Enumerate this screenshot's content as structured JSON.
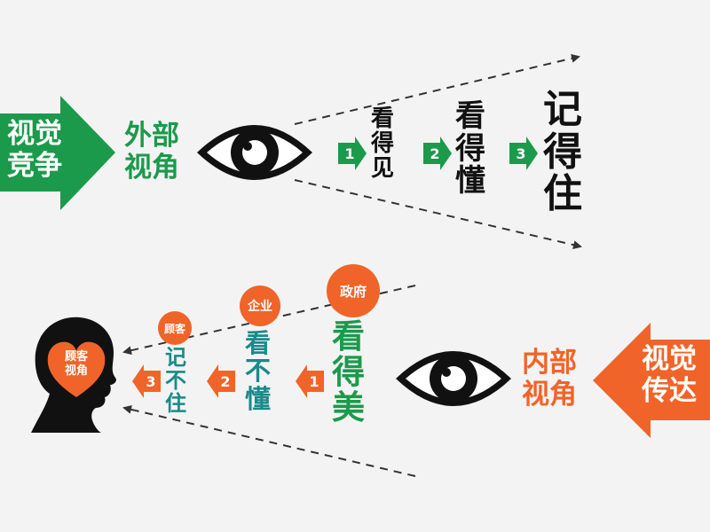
{
  "colors": {
    "green": "#1b9a4b",
    "orange": "#f06429",
    "black": "#111111",
    "background": "#f3f3f3"
  },
  "top": {
    "competition_arrow": {
      "line1": "视觉",
      "line2": "竞争"
    },
    "perspective": {
      "line1": "外部",
      "line2": "视角"
    },
    "steps": [
      {
        "num": "1",
        "chars": [
          "看",
          "得",
          "见"
        ]
      },
      {
        "num": "2",
        "chars": [
          "看",
          "得",
          "懂"
        ]
      },
      {
        "num": "3",
        "chars": [
          "记",
          "得",
          "住"
        ]
      }
    ]
  },
  "bottom": {
    "delivery_arrow": {
      "line1": "视觉",
      "line2": "传达"
    },
    "perspective": {
      "line1": "内部",
      "line2": "视角"
    },
    "head": {
      "line1": "顾客",
      "line2": "视角"
    },
    "steps": [
      {
        "num": "1",
        "badge": "政府",
        "chars": [
          "看",
          "得",
          "美"
        ]
      },
      {
        "num": "2",
        "badge": "企业",
        "chars": [
          "看",
          "不",
          "懂"
        ]
      },
      {
        "num": "3",
        "badge": "顾客",
        "chars": [
          "记",
          "不",
          "住"
        ]
      }
    ]
  }
}
